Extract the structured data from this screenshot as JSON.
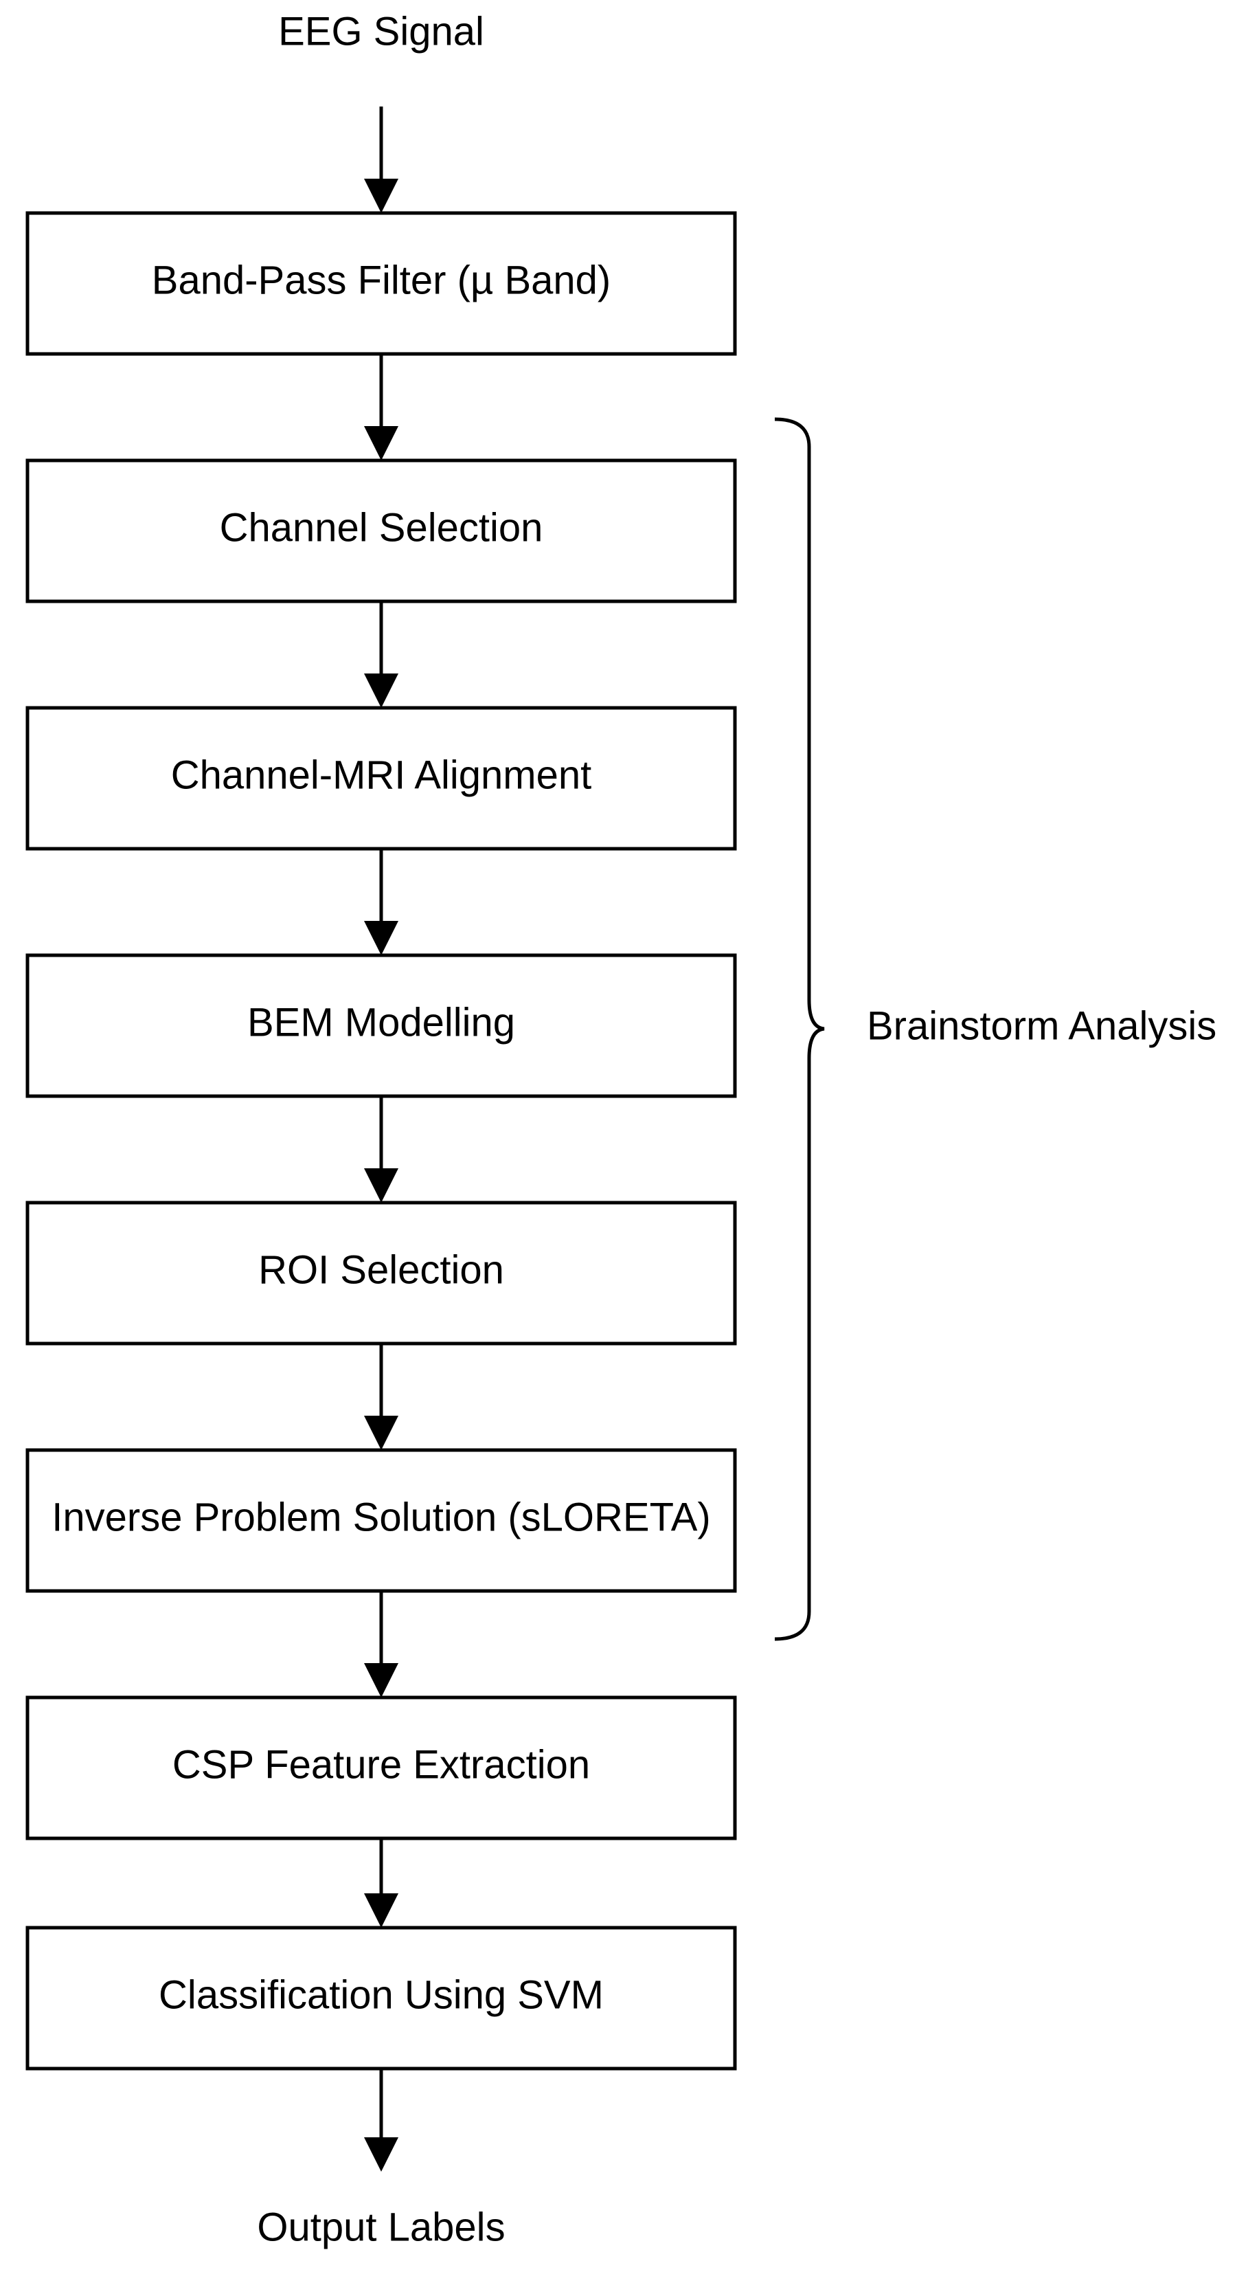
{
  "input_label": "EEG Signal",
  "output_label": "Output Labels",
  "steps": [
    "Band-Pass Filter (µ Band)",
    "Channel Selection",
    "Channel-MRI Alignment",
    "BEM Modelling",
    "ROI Selection",
    "Inverse Problem Solution (sLORETA)",
    "CSP Feature Extraction",
    "Classification Using SVM"
  ],
  "group": {
    "label": "Brainstorm Analysis",
    "first_step_index": 1,
    "last_step_index": 5
  }
}
